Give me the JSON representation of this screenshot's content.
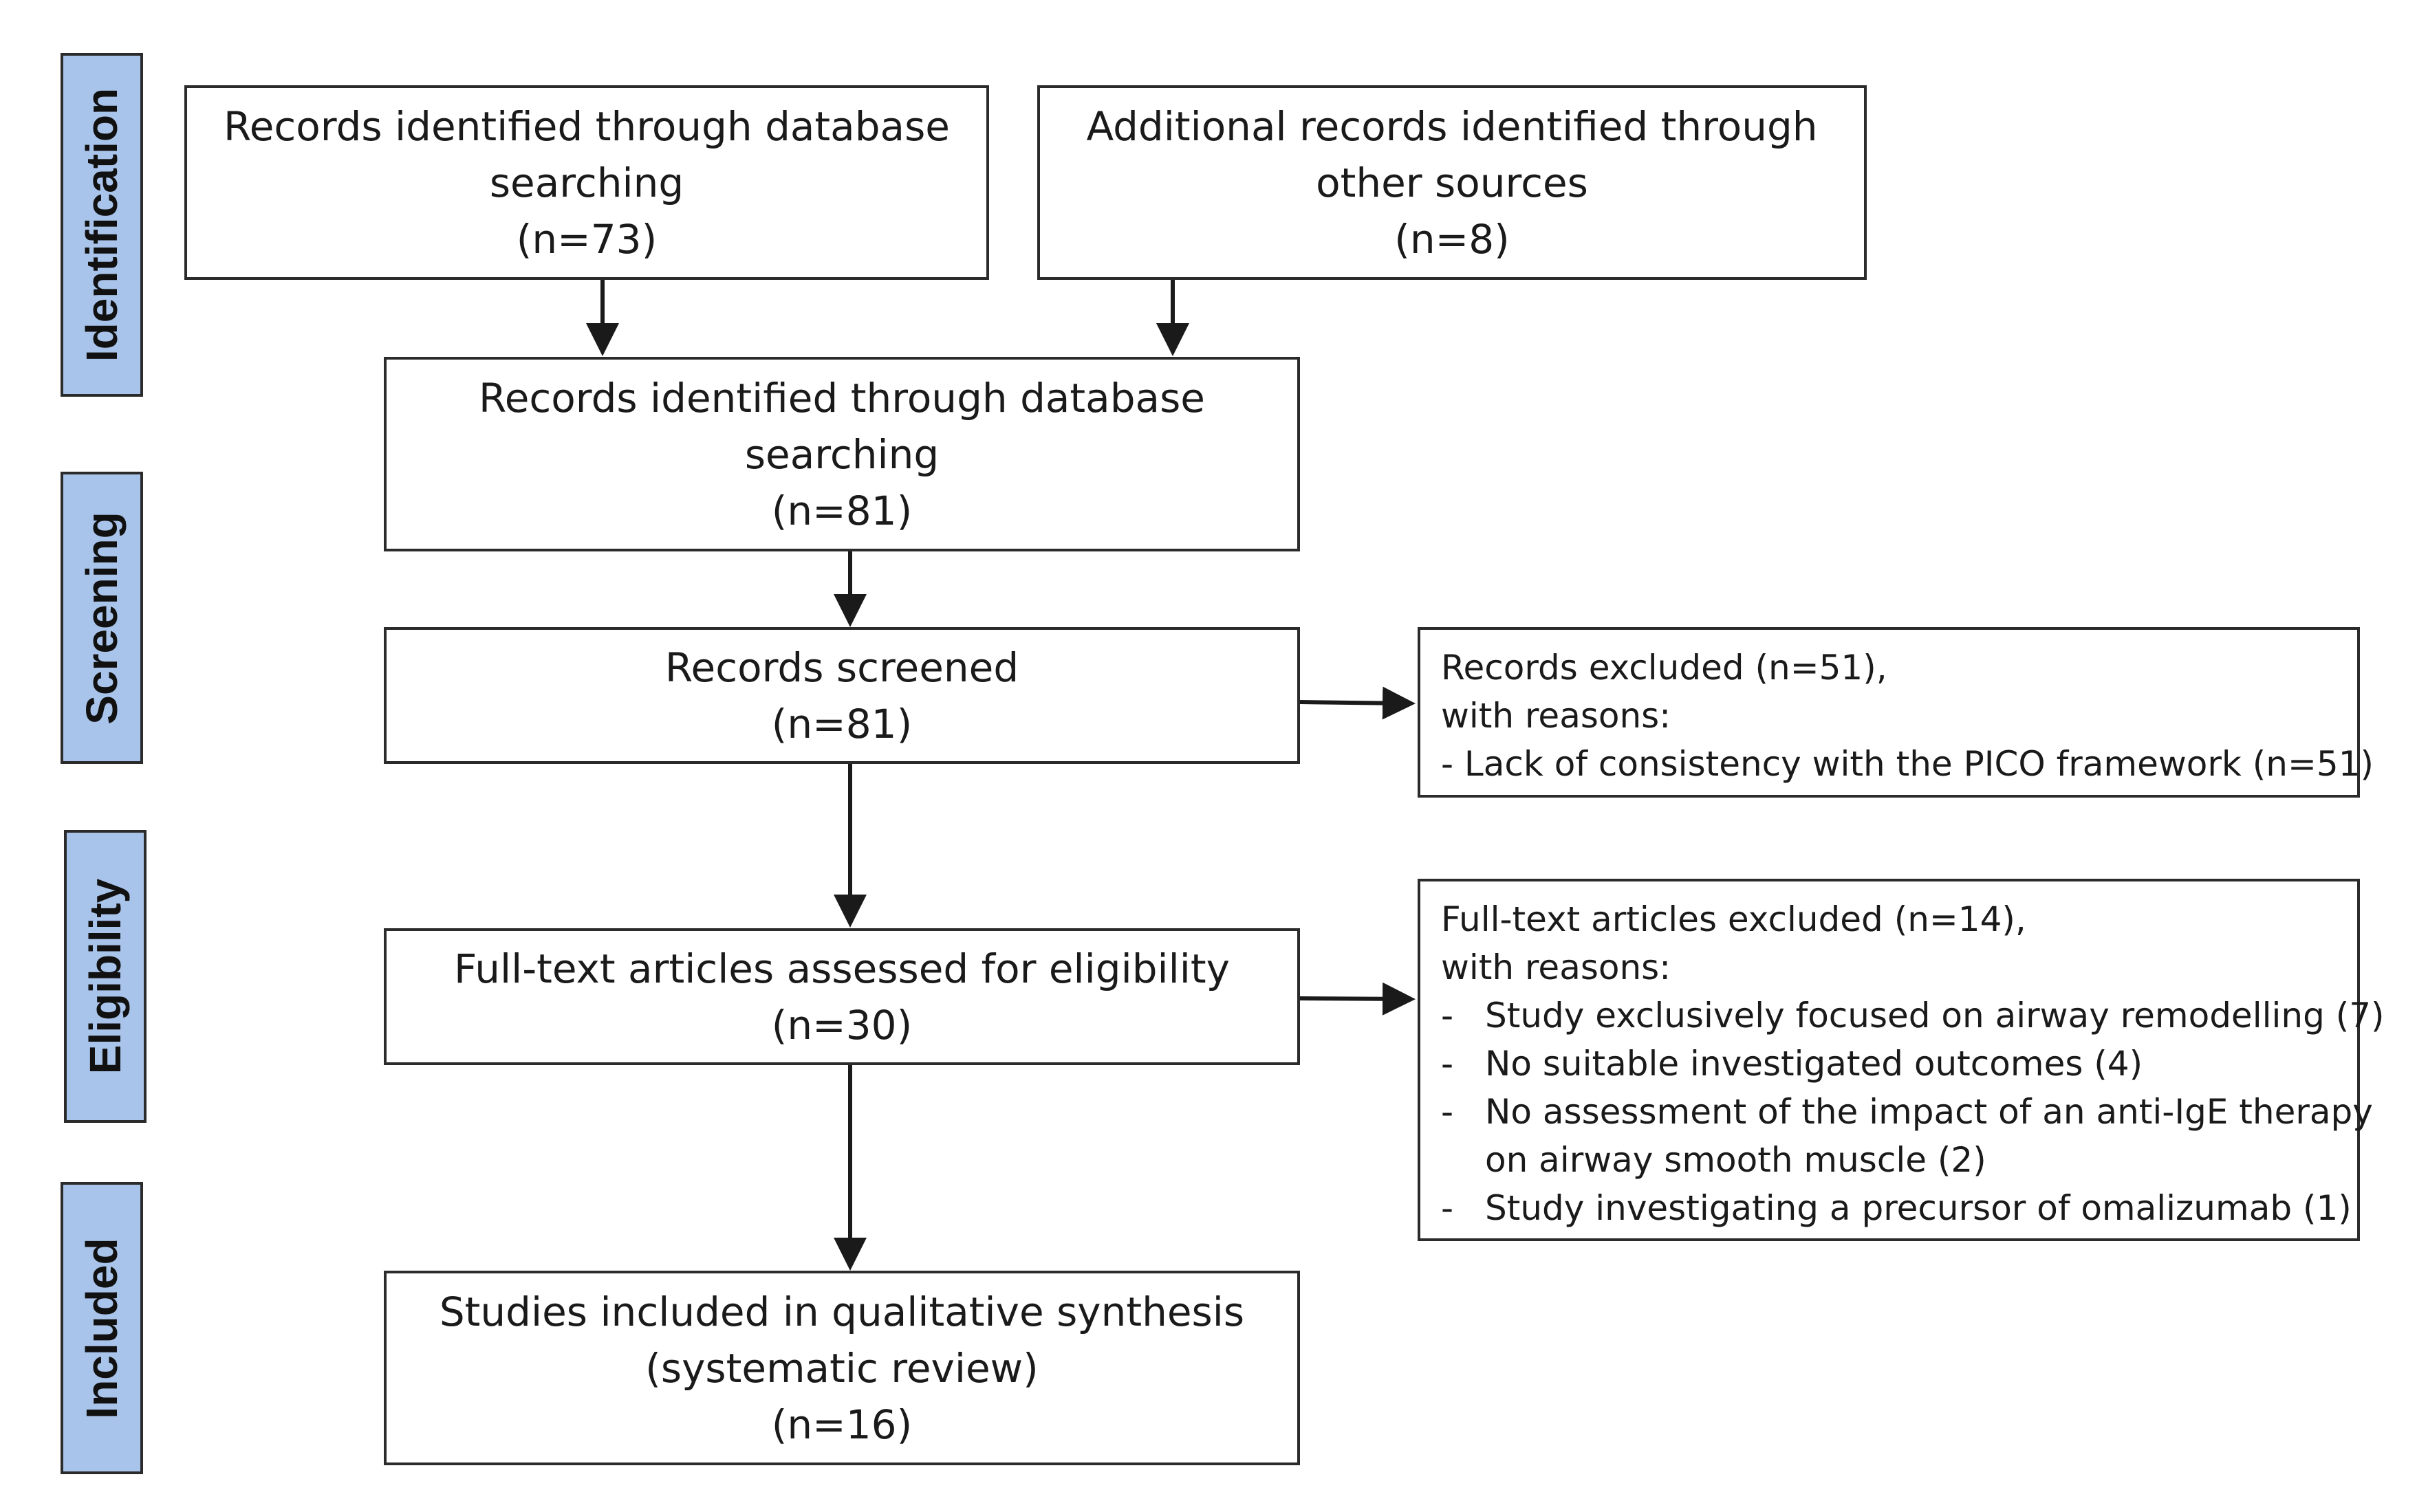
{
  "stages": {
    "identification": "Identification",
    "screening": "Screening",
    "eligibility": "Eligibility",
    "included": "Included"
  },
  "boxes": {
    "database_search": {
      "lines": [
        "Records identified through database",
        "searching",
        "(n=73)"
      ]
    },
    "other_sources": {
      "lines": [
        "Additional records identified through",
        "other sources",
        "(n=8)"
      ]
    },
    "combined": {
      "lines": [
        "Records identified through database",
        "searching",
        "(n=81)"
      ]
    },
    "screened": {
      "lines": [
        "Records screened",
        "(n=81)"
      ]
    },
    "full_text": {
      "lines": [
        "Full-text articles assessed for eligibility",
        "(n=30)"
      ]
    },
    "included": {
      "lines": [
        "Studies included in qualitative synthesis",
        "(systematic review)",
        "(n=16)"
      ]
    }
  },
  "exclusions": {
    "records_excluded": {
      "title": "Records excluded (n=51),",
      "subtitle": "with reasons:",
      "reason": "- Lack of consistency with the PICO framework (n=51)"
    },
    "fulltext_excluded": {
      "title": "Full-text articles excluded (n=14),",
      "subtitle": "with reasons:",
      "reasons": [
        "Study exclusively focused on airway remodelling (7)",
        "No suitable investigated outcomes (4)",
        "No assessment of the impact of an anti-IgE therapy",
        "on airway smooth muscle (2)",
        "Study investigating a precursor of omalizumab (1)"
      ]
    }
  },
  "colors": {
    "stage_fill": "#a9c4ea",
    "border": "#2b2b2b"
  }
}
